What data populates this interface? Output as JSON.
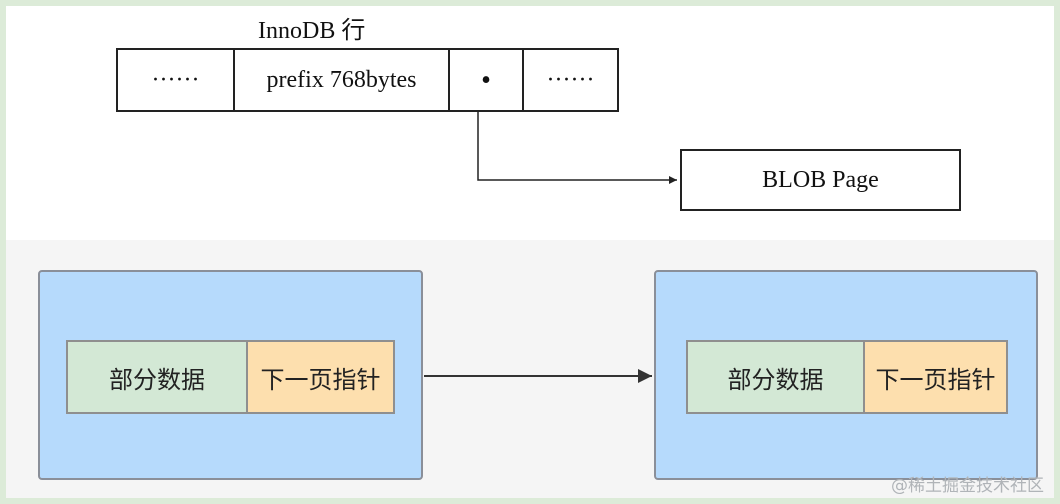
{
  "top_diagram": {
    "title": "InnoDB 行",
    "row_cells": [
      "······",
      "prefix 768bytes",
      "•",
      "······"
    ],
    "blob_label": "BLOB Page"
  },
  "bottom_diagram": {
    "pages": [
      {
        "data_label": "部分数据",
        "pointer_label": "下一页指针"
      },
      {
        "data_label": "部分数据",
        "pointer_label": "下一页指针"
      }
    ]
  },
  "watermark": "@稀土掘金技术社区",
  "colors": {
    "page_fill": "#b6dafc",
    "data_segment": "#d3e8d5",
    "pointer_segment": "#fddfae",
    "outer_border": "#dcebd8"
  }
}
